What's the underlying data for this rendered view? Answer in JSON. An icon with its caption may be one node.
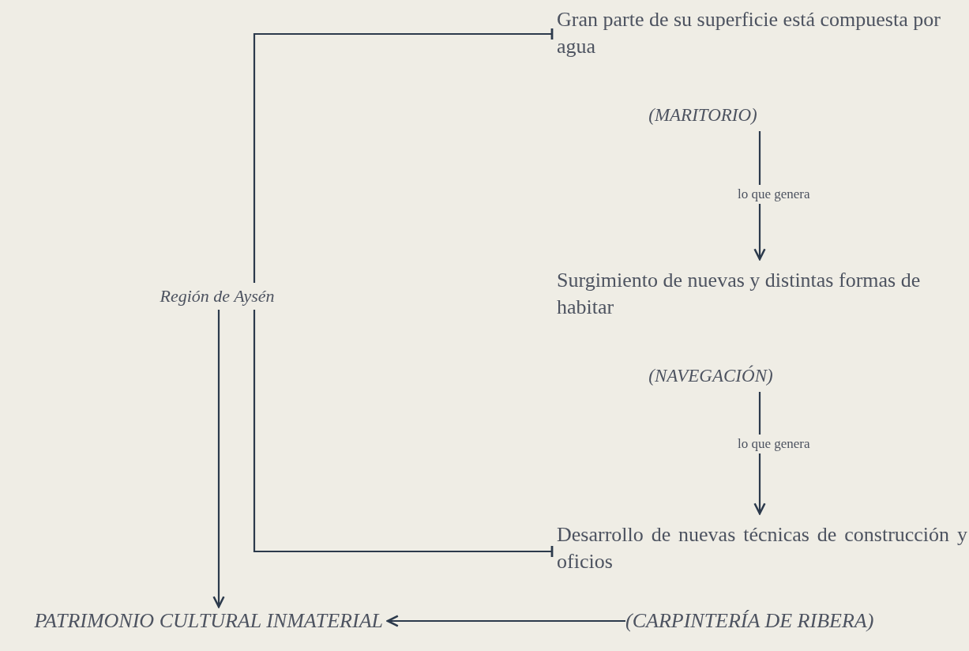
{
  "diagram": {
    "nodes": [
      {
        "text": [
          "Región de Aysén"
        ]
      },
      {
        "text": [
          "Gran parte de su superficie está compuesta por agua"
        ]
      },
      {
        "text": [
          "(MARITORIO)"
        ]
      },
      {
        "text": [
          "Surgimiento de nuevas y distintas formas de habitar"
        ]
      },
      {
        "text": [
          "(NAVEGACIÓN)"
        ]
      },
      {
        "text": [
          "Desarrollo de nuevas técnicas de construcción y oficios"
        ]
      },
      {
        "text": [
          "PATRIMONIO CULTURAL INMATERIAL"
        ]
      },
      {
        "text": [
          "(CARPINTERÍA DE RIBERA)"
        ]
      }
    ],
    "edges": [
      {
        "from": 0,
        "to": 1,
        "arrow": "other"
      },
      {
        "from": 0,
        "to": 5,
        "arrow": "other"
      },
      {
        "from": 0,
        "to": 6,
        "arrow": "to"
      },
      {
        "from": 2,
        "to": 3,
        "arrow": "to",
        "label": "lo que genera"
      },
      {
        "from": 4,
        "to": 5,
        "arrow": "to",
        "label": "lo que genera"
      },
      {
        "from": 7,
        "to": 6,
        "arrow": "to"
      }
    ]
  }
}
